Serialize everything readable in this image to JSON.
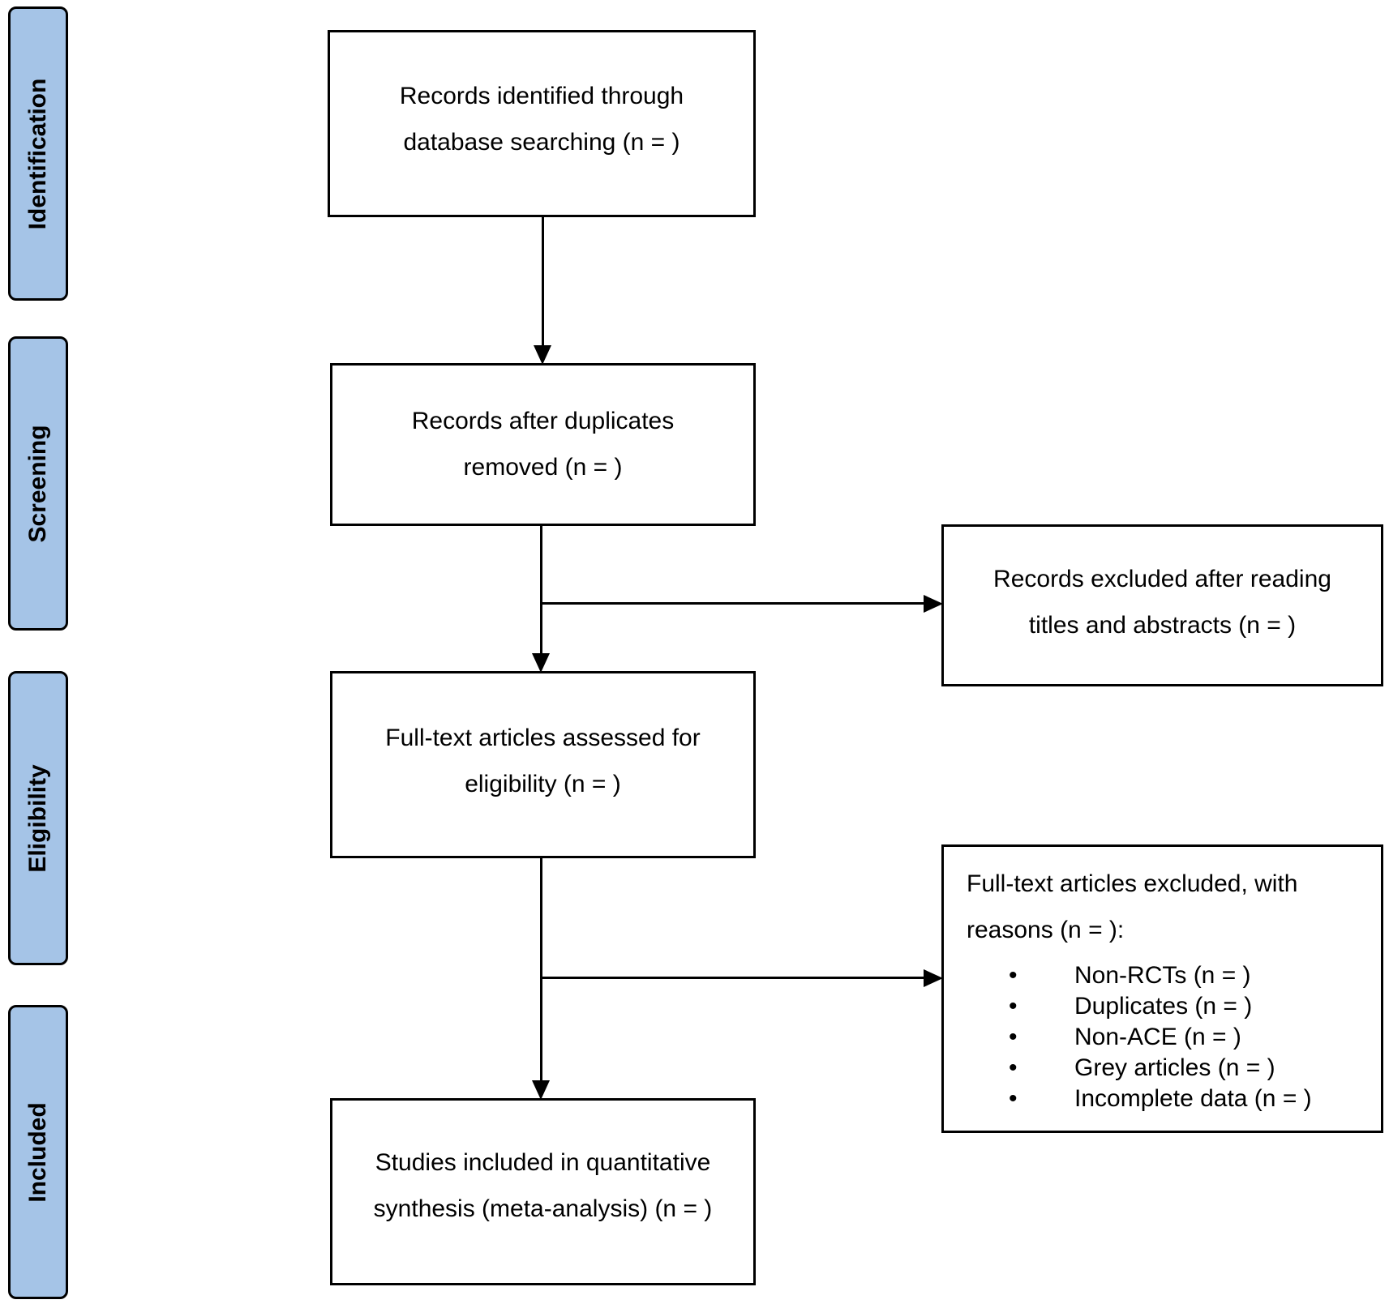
{
  "colors": {
    "stage_fill": "#a5c4e7",
    "stroke": "#000000",
    "background": "#ffffff"
  },
  "stages": [
    {
      "id": "identification",
      "label": "Identification"
    },
    {
      "id": "screening",
      "label": "Screening"
    },
    {
      "id": "eligibility",
      "label": "Eligibility"
    },
    {
      "id": "included",
      "label": "Included"
    }
  ],
  "boxes": {
    "identified": [
      "Records identified through",
      "database searching (n = )"
    ],
    "after_duplicates": [
      "Records after duplicates",
      "removed (n = )"
    ],
    "excluded_titles": [
      "Records excluded after reading",
      "titles and abstracts (n = )"
    ],
    "assessed": [
      "Full-text articles assessed for",
      "eligibility (n = )"
    ],
    "included": [
      "Studies included in quantitative",
      "synthesis (meta-analysis) (n = )"
    ]
  },
  "fulltext_excluded": {
    "heading": [
      "Full-text articles excluded, with",
      "reasons (n = ):"
    ],
    "bullet": "•",
    "reasons": [
      "Non-RCTs (n = )",
      "Duplicates (n = )",
      "Non-ACE (n = )",
      "Grey articles (n = )",
      "Incomplete data (n = )"
    ]
  }
}
